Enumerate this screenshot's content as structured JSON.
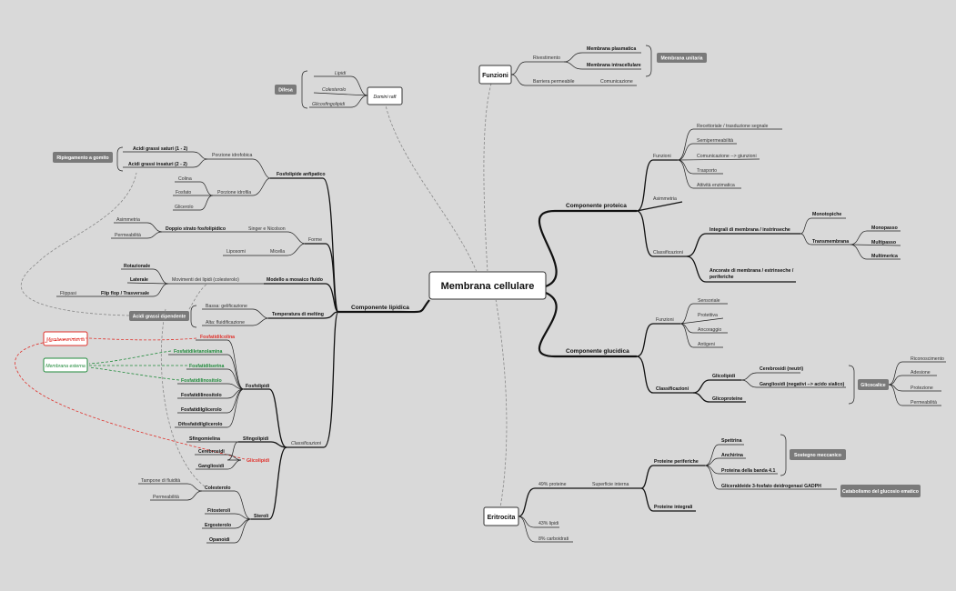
{
  "central": "Membrana cellulare",
  "funzioni": {
    "title": "Funzioni",
    "rivestimento": "Rivestimento",
    "plasmatica": "Membrana plasmatica",
    "intracellulare": "Membrana intracellulare",
    "unitaria": "Membrana unitaria",
    "barriera": "Barriera permeabile",
    "comunicazione": "Comunicazione"
  },
  "domini": {
    "title": "Domini raft",
    "lipidi": "Lipidi",
    "colesterolo": "Colesterolo",
    "glicosfingo": "Glicosfingolipidi",
    "difesa": "Difesa"
  },
  "proteica": {
    "title": "Componente proteica",
    "funzioni": "Funzioni",
    "f1": "Recettoriale / trasduzione segnale",
    "f2": "Semipermeabilità",
    "f3": "Comunicazione --> giunzioni",
    "f4": "Trasporto",
    "f5": "Attività enzimatica",
    "asimmetria": "Asimmetria",
    "classificazioni": "Classificazioni",
    "integrali": "Integrali di membrana / instrinseche",
    "monotopiche": "Monotopiche",
    "transmembrana": "Transmembrana",
    "monopasso": "Monopasso",
    "multipasso": "Multipasso",
    "multimerica": "Multimerica",
    "ancorate1": "Ancorate di membrana / estrinseche /",
    "ancorate2": "periferiche"
  },
  "glucidica": {
    "title": "Componente glucidica",
    "funzioni": "Funzioni",
    "f1": "Sensoriale",
    "f2": "Protettiva",
    "f3": "Ancoraggio",
    "f4": "Antigeni",
    "classificazioni": "Classificazioni",
    "glicolipidi": "Glicolipidi",
    "cerebrosidi": "Cerebrosidi (neutri)",
    "gangliosidi": "Gangliosidi (negativi --> acido sialico)",
    "glicoproteine": "Glicoproteine",
    "glicocalice": "Glicocalice",
    "g1": "Riconoscimento",
    "g2": "Adesione",
    "g3": "Protezione",
    "g4": "Permeabilità"
  },
  "eritrocita": {
    "title": "Eritrocita",
    "p49": "49% proteine",
    "superficie": "Superficie interna",
    "periferiche": "Proteine periferiche",
    "spettrina": "Spettrina",
    "anchirina": "Anchirina",
    "banda": "Proteina della banda 4.1",
    "sostegno": "Sostegno meccanico",
    "gliceraldeide": "Gliceraldeide 3-fosfato deidrogenasi GADPH",
    "catabolismo": "Catabolismo del glucosio ematico",
    "integrali": "Proteine integrali",
    "lipidi": "43% lipidi",
    "carboidrati": "8% carboidrati"
  },
  "lipidica": {
    "title": "Componente lipidica",
    "fosfolipide": "Fosfolipide anfipatico",
    "idrofobica": "Porzione idrofobica",
    "saturi": "Acidi grassi saturi (1 - 2)",
    "insaturi": "Acidi grassi insaturi (2 - 2)",
    "ripiegamento": "Ripiegamento a gomito",
    "idrofila": "Porzione idrofila",
    "colina": "Colina",
    "fosfato": "Fosfato",
    "glicerolo": "Glicerolo",
    "forme": "Forme",
    "singer": "Singer e Nicolson",
    "doppio": "Doppio strato fosfolipidico",
    "asimmetria": "Asimmetria",
    "permeabilita": "Permeabilità",
    "micella": "Micella",
    "liposomi": "Liposomi",
    "mosaico": "Modello a mosaico fluido",
    "movimenti": "Movimenti dei lipidi (colesterolo)",
    "rotazionale": "Rotazionale",
    "laterale": "Laterale",
    "flipflop": "Flip flop / Trasversale",
    "flippasi": "Flippasi",
    "dipendente": "Acidi grassi dipendente",
    "melting": "Temperatura di melting",
    "bassa": "Bassa: gelificazione",
    "alta": "Alta: fluidificazione",
    "classificazioni": "Classificazioni",
    "fosfolipidi": "Fosfolipidi",
    "fc": "Fosfatidilcolina",
    "fe": "Fosfatidiletanolamina",
    "fs": "Fosfatidilserina",
    "fi": "Fosfatidilinositolo",
    "fis": "Fosfatidilinositolo",
    "fg": "Fosfatidilglicerolo",
    "dfg": "Difosfatidilglicerolo",
    "minterna": "Membrana interna",
    "mesterna": "Membrana esterna",
    "sfingolipidi": "Sfingolipidi",
    "sfingomielina": "Sfingomielina",
    "cerebrosidi": "Cerebrosidi",
    "glicolipidi": "Glicolipidi",
    "gangliosidi": "Gangliosidi",
    "steroli": "Steroli",
    "colesterolo": "Colesterolo",
    "tampone": "Tampone di fluidità",
    "permeabilita2": "Permeabilità",
    "fitosteroli": "Fitosteroli",
    "ergosterolo": "Ergosterolo",
    "opanoidi": "Opanoidi"
  }
}
